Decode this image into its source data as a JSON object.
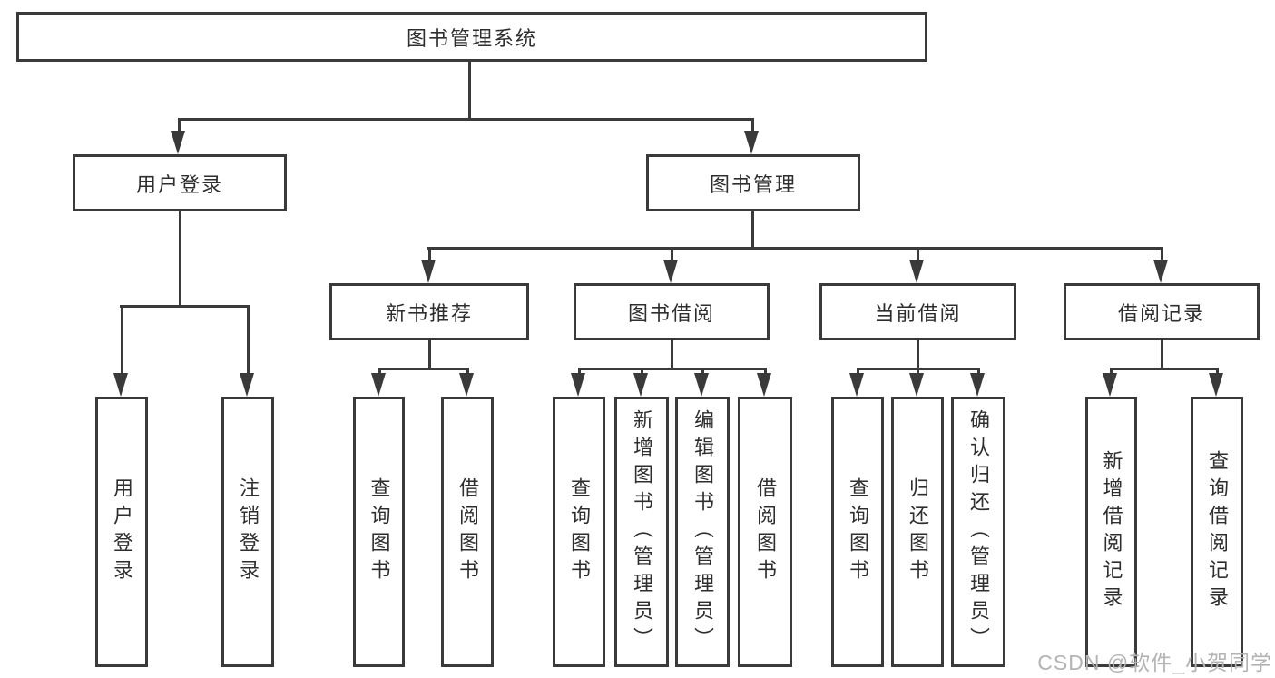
{
  "tree": {
    "root": {
      "label": "图书管理系统"
    },
    "user_login": {
      "label": "用户登录",
      "leaves": [
        {
          "label": "用户登录"
        },
        {
          "label": "注销登录"
        }
      ]
    },
    "book_mgmt": {
      "label": "图书管理",
      "children": {
        "new_book": {
          "label": "新书推荐",
          "leaves": [
            {
              "label": "查询图书"
            },
            {
              "label": "借阅图书"
            }
          ]
        },
        "borrow": {
          "label": "图书借阅",
          "leaves": [
            {
              "label": "查询图书"
            },
            {
              "label": "新增图书（管理员）"
            },
            {
              "label": "编辑图书（管理员）"
            },
            {
              "label": "借阅图书"
            }
          ]
        },
        "current": {
          "label": "当前借阅",
          "leaves": [
            {
              "label": "查询图书"
            },
            {
              "label": "归还图书"
            },
            {
              "label": "确认归还（管理员）"
            }
          ]
        },
        "record": {
          "label": "借阅记录",
          "leaves": [
            {
              "label": "新增借阅记录"
            },
            {
              "label": "查询借阅记录"
            }
          ]
        }
      }
    }
  },
  "watermark": {
    "text": "CSDN @软件_小贺同学"
  },
  "colors": {
    "line": "#3a3a3a",
    "text": "#2e2e2e",
    "watermark": "#b3b3b3",
    "background": "#ffffff"
  }
}
